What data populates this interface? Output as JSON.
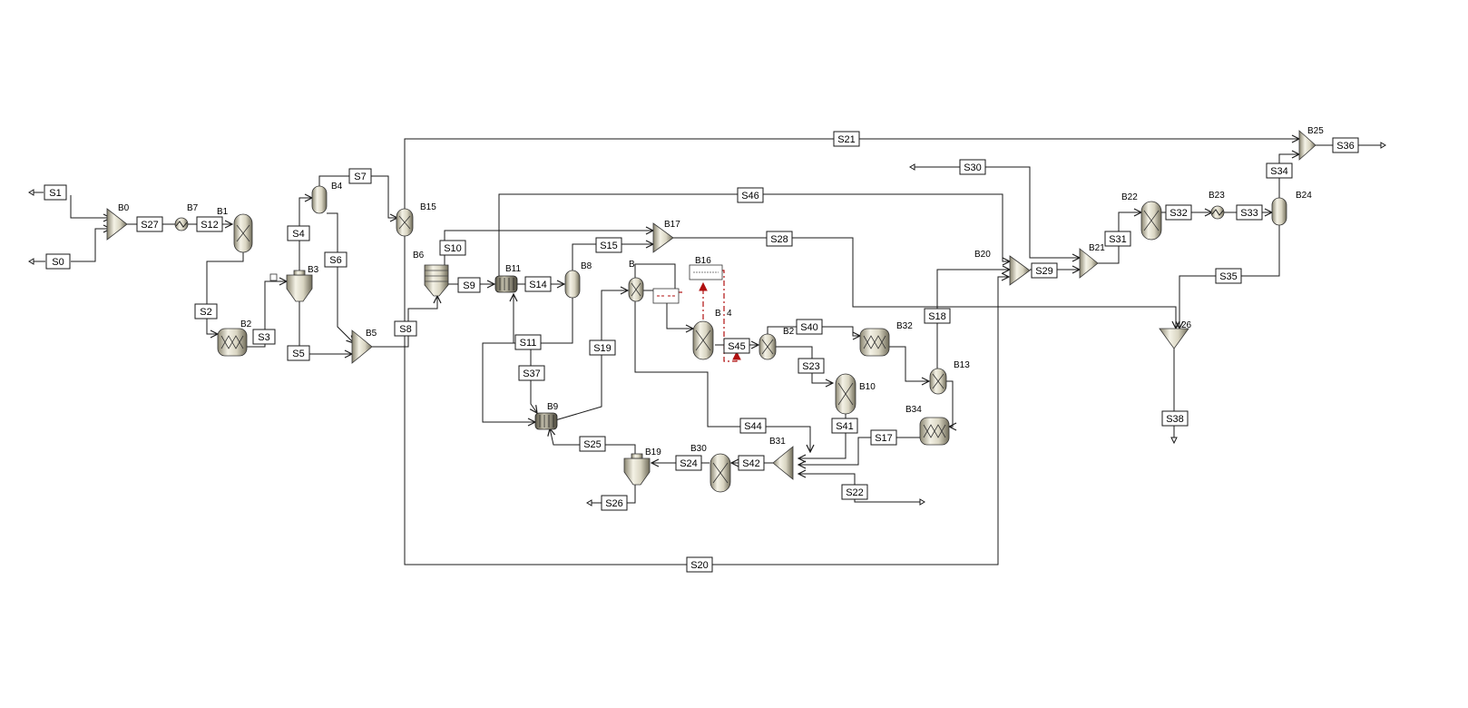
{
  "streams": {
    "S0": "S0",
    "S1": "S1",
    "S2": "S2",
    "S3": "S3",
    "S4": "S4",
    "S5": "S5",
    "S6": "S6",
    "S7": "S7",
    "S8": "S8",
    "S9": "S9",
    "S10": "S10",
    "S11": "S11",
    "S12": "S12",
    "S14": "S14",
    "S15": "S15",
    "S17": "S17",
    "S18": "S18",
    "S19": "S19",
    "S20": "S20",
    "S21": "S21",
    "S22": "S22",
    "S23": "S23",
    "S24": "S24",
    "S25": "S25",
    "S26": "S26",
    "S27": "S27",
    "S28": "S28",
    "S29": "S29",
    "S30": "S30",
    "S31": "S31",
    "S32": "S32",
    "S33": "S33",
    "S34": "S34",
    "S35": "S35",
    "S36": "S36",
    "S37": "S37",
    "S38": "S38",
    "S40": "S40",
    "S41": "S41",
    "S42": "S42",
    "S44": "S44",
    "S45": "S45",
    "S46": "S46"
  },
  "blocks": {
    "B0": "B0",
    "B1": "B1",
    "B2": "B2",
    "B3": "B3",
    "B4": "B4",
    "B5": "B5",
    "B6": "B6",
    "B7": "B7",
    "B8": "B8",
    "B9": "B9",
    "B10": "B10",
    "B11": "B11",
    "B13": "B13",
    "B14": "B",
    "B15": "B15",
    "B16": "B16",
    "B17": "B17",
    "B18": "B",
    "B19": "B19",
    "B20": "B20",
    "B21": "B21",
    "B22": "B22",
    "B23": "B23",
    "B24": "B24",
    "B25": "B25",
    "B26": "26",
    "B27": "B2",
    "B30": "B30",
    "B31": "B31",
    "B32": "B32",
    "B34": "B34",
    "B_signal": "B",
    "B_signal4": "4"
  }
}
